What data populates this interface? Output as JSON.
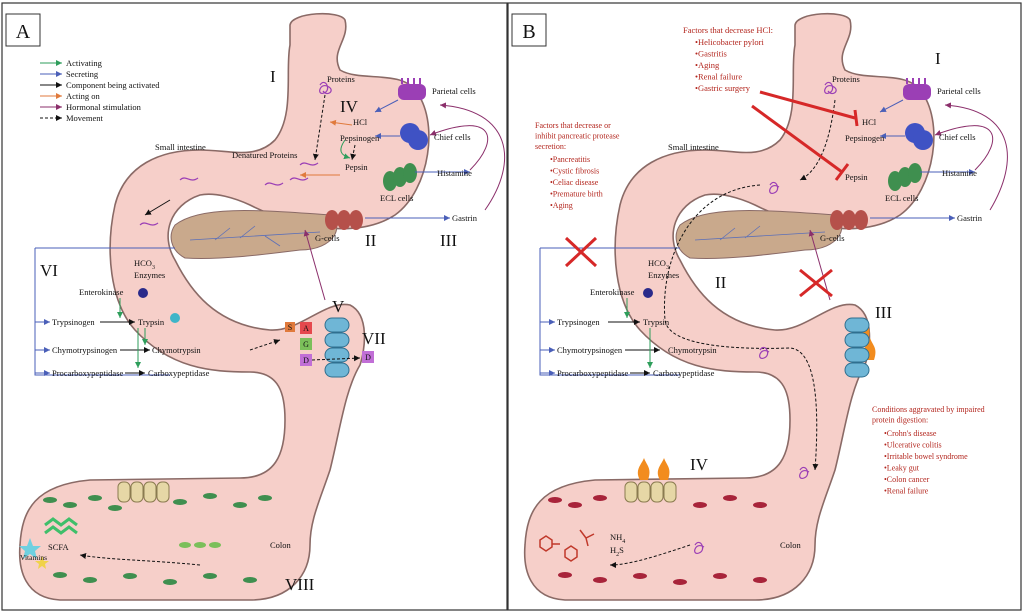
{
  "panelA": {
    "label": "A",
    "legend": [
      {
        "text": "Activating",
        "color": "#2e9e5b"
      },
      {
        "text": "Secreting",
        "color": "#4a5fb8"
      },
      {
        "text": "Component being activated",
        "color": "#111111"
      },
      {
        "text": "Acting on",
        "color": "#e07a3c"
      },
      {
        "text": "Hormonal stimulation",
        "color": "#8b2f6b"
      },
      {
        "text": "Movement",
        "color": "#111111",
        "dashed": true
      }
    ],
    "roman": [
      "I",
      "II",
      "III",
      "IV",
      "V",
      "VI",
      "VII",
      "VIII"
    ],
    "labels": {
      "proteins": "Proteins",
      "hcl": "HCl",
      "pepsinogen": "Pepsinogen",
      "parietal": "Parietal cells",
      "chief": "Chief cells",
      "histamine": "Histamine",
      "ecl": "ECL cells",
      "gastrin": "Gastrin",
      "gcells": "G-cells",
      "denatured": "Denatured Proteins",
      "pepsin": "Pepsin",
      "small_intestine": "Small intestine",
      "hco3": "HCO",
      "hco3_sub": "3",
      "enzymes": "Enzymes",
      "enterokinase": "Enterokinase",
      "trypsinogen": "Trypsinogen",
      "trypsin": "Trypsin",
      "chymotrypsinogen": "Chymotrypsinogen",
      "chymotrypsin": "Chymotrypsin",
      "procarboxypeptidase": "Procarboxypeptidase",
      "carboxypeptidase": "Carboxypeptidase",
      "scfa": "SCFA",
      "vitamins": "Vitamins",
      "colon": "Colon",
      "s": "S",
      "a": "A",
      "g": "G",
      "d": "D"
    }
  },
  "panelB": {
    "label": "B",
    "roman": [
      "I",
      "II",
      "III",
      "IV"
    ],
    "hcl_title": "Factors that decrease HCl:",
    "hcl_factors": [
      "Helicobacter pylori",
      "Gastritis",
      "Aging",
      "Renal failure",
      "Gastric surgery"
    ],
    "pancreas_title": [
      "Factors that decrease or",
      "inhibit pancreatic protease",
      "secretion:"
    ],
    "pancreas_factors": [
      "Pancreatitis",
      "Cystic fibrosis",
      "Celiac disease",
      "Premature birth",
      "Aging"
    ],
    "conditions_title": [
      "Conditions aggravated by impaired",
      "protein digestion:"
    ],
    "conditions": [
      "Crohn's disease",
      "Ulcerative colitis",
      "Irritable bowel syndrome",
      "Leaky gut",
      "Colon cancer",
      "Renal failure"
    ],
    "labels": {
      "proteins": "Proteins",
      "hcl": "HCl",
      "pepsinogen": "Pepsinogen",
      "pepsin": "Pepsin",
      "parietal": "Parietal cells",
      "chief": "Chief cells",
      "histamine": "Histamine",
      "ecl": "ECL cells",
      "gastrin": "Gastrin",
      "gcells": "G-cells",
      "small_intestine": "Small intestine",
      "hco3": "HCO",
      "hco3_sub": "3",
      "enzymes": "Enzymes",
      "enterokinase": "Enterokinase",
      "trypsinogen": "Trypsinogen",
      "trypsin": "Trypsin",
      "chymotrypsinogen": "Chymotrypsinogen",
      "chymotrypsin": "Chymotrypsin",
      "procarboxypeptidase": "Procarboxypeptidase",
      "carboxypeptidase": "Carboxypeptidase",
      "colon": "Colon",
      "nh4": "NH",
      "nh4_sub": "4",
      "h2s": "H",
      "h2s_sub": "2",
      "h2s_end": "S"
    }
  },
  "colors": {
    "gut_fill": "#f6cfc9",
    "gut_stroke": "#8a6a66",
    "pancreas": "#c9a98c",
    "red_text": "#b3261e",
    "parietal": "#9b3fb5",
    "chief": "#3f52c4",
    "ecl": "#3f8f4f",
    "gcell": "#b5504a",
    "villi": "#6fb6d6"
  }
}
